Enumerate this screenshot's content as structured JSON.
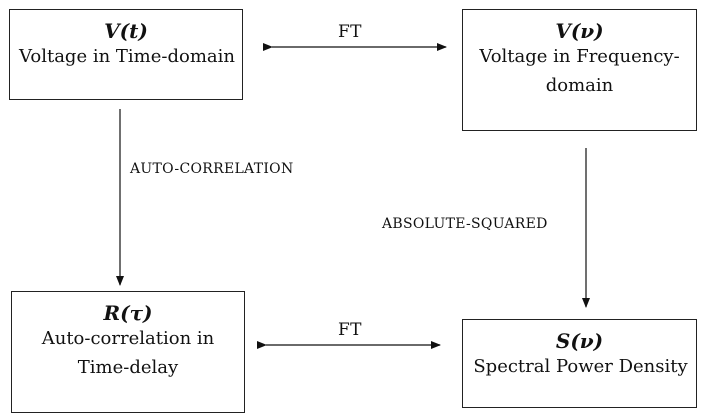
{
  "nodes": {
    "time_voltage": {
      "symbol": "V(t)",
      "description": "Voltage in Time-domain"
    },
    "freq_voltage": {
      "symbol": "V(ν)",
      "description": "Voltage in Frequency-domain"
    },
    "autocorr": {
      "symbol": "R(τ)",
      "description": "Auto-correlation in Time-delay"
    },
    "spectral": {
      "symbol": "S(ν)",
      "description": "Spectral Power Density"
    }
  },
  "edges": {
    "top_ft": {
      "label": "FT"
    },
    "bottom_ft": {
      "label": "FT"
    },
    "left_vertical": {
      "label": "AUTO-CORRELATION"
    },
    "right_vertical": {
      "label": "ABSOLUTE-SQUARED"
    }
  }
}
